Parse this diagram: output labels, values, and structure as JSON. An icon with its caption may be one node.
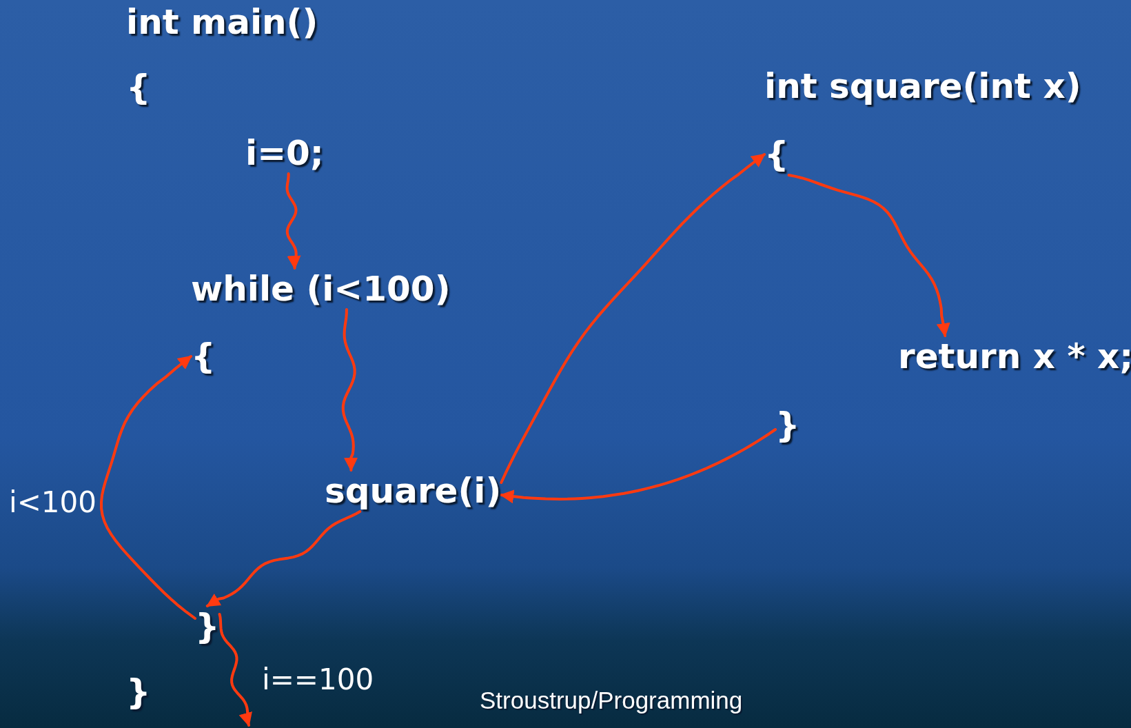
{
  "diagram": {
    "nodes": [
      {
        "text": [
          "int main()"
        ]
      },
      {
        "text": [
          "{"
        ]
      },
      {
        "text": [
          "i=0;"
        ]
      },
      {
        "text": [
          "while (i<100)"
        ]
      },
      {
        "text": [
          "{"
        ]
      },
      {
        "text": [
          "square(i)"
        ]
      },
      {
        "text": [
          "}"
        ]
      },
      {
        "text": [
          "}"
        ]
      },
      {
        "text": [
          "int square(int x)"
        ]
      },
      {
        "text": [
          "{"
        ]
      },
      {
        "text": [
          "return x * x;"
        ]
      },
      {
        "text": [
          "}"
        ]
      }
    ],
    "edges": [
      {
        "from": 2,
        "to": 3,
        "arrow": "to"
      },
      {
        "from": 3,
        "to": 5,
        "arrow": "to"
      },
      {
        "from": 5,
        "to": 9,
        "arrow": "to"
      },
      {
        "from": 11,
        "to": 5,
        "arrow": "to"
      },
      {
        "from": 9,
        "to": 10,
        "arrow": "to"
      },
      {
        "from": 5,
        "to": 6,
        "arrow": "to"
      },
      {
        "from": 6,
        "to": 4,
        "arrow": "to",
        "label": "i<100"
      },
      {
        "from": 6,
        "to": null,
        "arrow": "to",
        "label": "i==100"
      }
    ],
    "labels": [
      "Stroustrup/Programming"
    ]
  }
}
